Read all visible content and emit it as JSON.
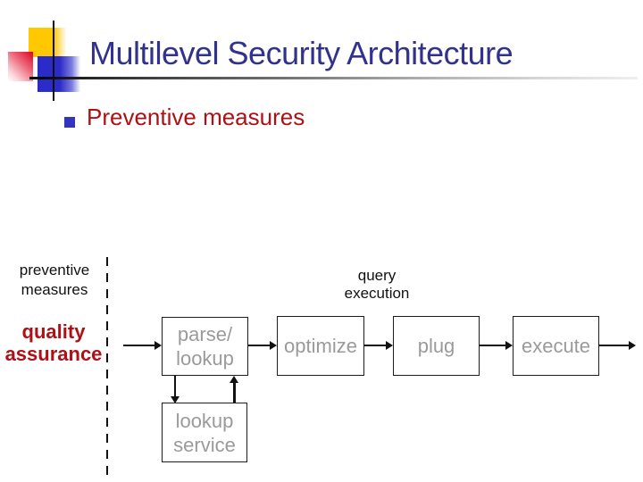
{
  "slide": {
    "title": "Multilevel Security Architecture",
    "bullet_label": "Preventive measures"
  },
  "diagram": {
    "lane_label": {
      "line1": "preventive",
      "line2": "measures"
    },
    "query_label": {
      "line1": "query",
      "line2": "execution"
    },
    "quality_label": {
      "line1": "quality",
      "line2": "assurance"
    },
    "boxes": {
      "parse_lookup": {
        "line1": "parse/",
        "line2": "lookup"
      },
      "optimize": {
        "label": "optimize"
      },
      "plug": {
        "label": "plug"
      },
      "execute": {
        "label": "execute"
      },
      "lookup_service": {
        "line1": "lookup",
        "line2": "service"
      }
    }
  },
  "colors": {
    "title_navy": "#31318E",
    "accent_red": "#AE1016",
    "bullet_blue": "#3434BE",
    "box_text_gray": "#9A9A9A"
  }
}
